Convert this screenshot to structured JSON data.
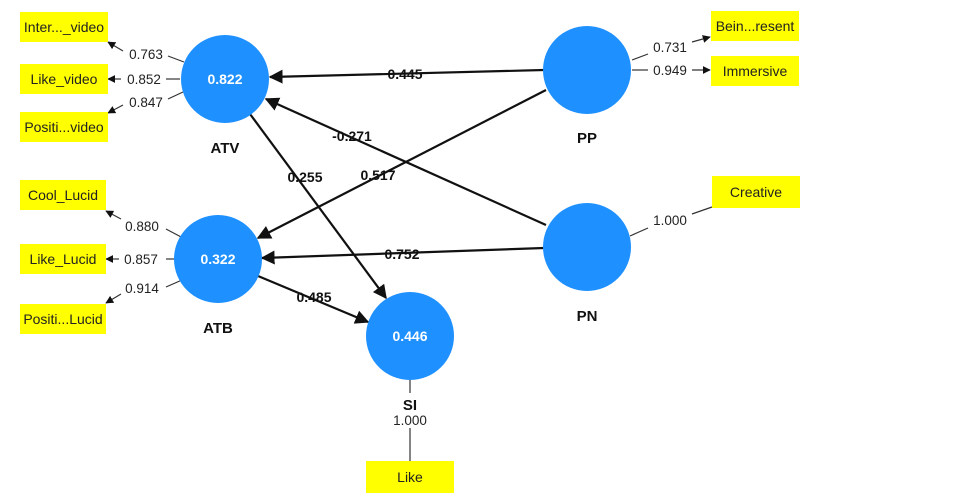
{
  "constructs": [
    {
      "id": "ATV",
      "label": "ATV",
      "r2": "0.822"
    },
    {
      "id": "ATB",
      "label": "ATB",
      "r2": "0.322"
    },
    {
      "id": "SI",
      "label": "SI",
      "r2": "0.446"
    },
    {
      "id": "PP",
      "label": "PP",
      "r2": ""
    },
    {
      "id": "PN",
      "label": "PN",
      "r2": ""
    }
  ],
  "indicators": [
    {
      "id": "ind-inter-video",
      "label": "Inter..._video",
      "construct": "ATV",
      "loading": "0.763"
    },
    {
      "id": "ind-like-video",
      "label": "Like_video",
      "construct": "ATV",
      "loading": "0.852"
    },
    {
      "id": "ind-positi-video",
      "label": "Positi...video",
      "construct": "ATV",
      "loading": "0.847"
    },
    {
      "id": "ind-cool-lucid",
      "label": "Cool_Lucid",
      "construct": "ATB",
      "loading": "0.880"
    },
    {
      "id": "ind-like-lucid",
      "label": "Like_Lucid",
      "construct": "ATB",
      "loading": "0.857"
    },
    {
      "id": "ind-positi-lucid",
      "label": "Positi...Lucid",
      "construct": "ATB",
      "loading": "0.914"
    },
    {
      "id": "ind-bein-resent",
      "label": "Bein...resent",
      "construct": "PP",
      "loading": "0.731"
    },
    {
      "id": "ind-immersive",
      "label": "Immersive",
      "construct": "PP",
      "loading": "0.949"
    },
    {
      "id": "ind-creative",
      "label": "Creative",
      "construct": "PN",
      "loading": "1.000"
    },
    {
      "id": "ind-like",
      "label": "Like",
      "construct": "SI",
      "loading": "1.000"
    }
  ],
  "paths": [
    {
      "id": "path-pp-atv",
      "from": "PP",
      "to": "ATV",
      "coef": "0.445"
    },
    {
      "id": "path-pn-atv",
      "from": "PN",
      "to": "ATV",
      "coef": "-0.271"
    },
    {
      "id": "path-pp-atb",
      "from": "PP",
      "to": "ATB",
      "coef": "0.517"
    },
    {
      "id": "path-pn-atb",
      "from": "PN",
      "to": "ATB",
      "coef": "0.752"
    },
    {
      "id": "path-atv-si",
      "from": "ATV",
      "to": "SI",
      "coef": "0.255"
    },
    {
      "id": "path-atb-si",
      "from": "ATB",
      "to": "SI",
      "coef": "0.485"
    }
  ]
}
